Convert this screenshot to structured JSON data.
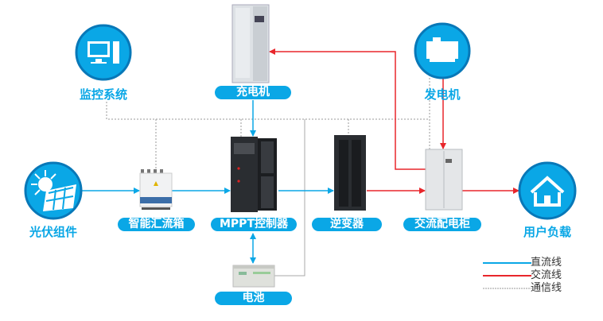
{
  "nodes": {
    "monitoring": {
      "label": "监控系统",
      "icon": "monitor-icon"
    },
    "charger": {
      "label": "充电机"
    },
    "generator": {
      "label": "发电机",
      "icon": "generator-icon"
    },
    "pv": {
      "label": "光伏组件",
      "icon": "solar-panel-icon"
    },
    "combiner": {
      "label": "智能汇流箱"
    },
    "mppt": {
      "label": "MPPT控制器"
    },
    "inverter": {
      "label": "逆变器"
    },
    "ac_cabinet": {
      "label": "交流配电柜"
    },
    "load": {
      "label": "用户负载",
      "icon": "house-icon"
    },
    "battery": {
      "label": "电池"
    }
  },
  "legend": [
    {
      "label": "直流线",
      "color": "#0aa7e6",
      "style": "solid"
    },
    {
      "label": "交流线",
      "color": "#e8262b",
      "style": "solid"
    },
    {
      "label": "通信线",
      "color": "#999999",
      "style": "dotted"
    }
  ],
  "colors": {
    "accent": "#0aa7e6",
    "ac": "#e8262b",
    "comm": "#999999"
  }
}
